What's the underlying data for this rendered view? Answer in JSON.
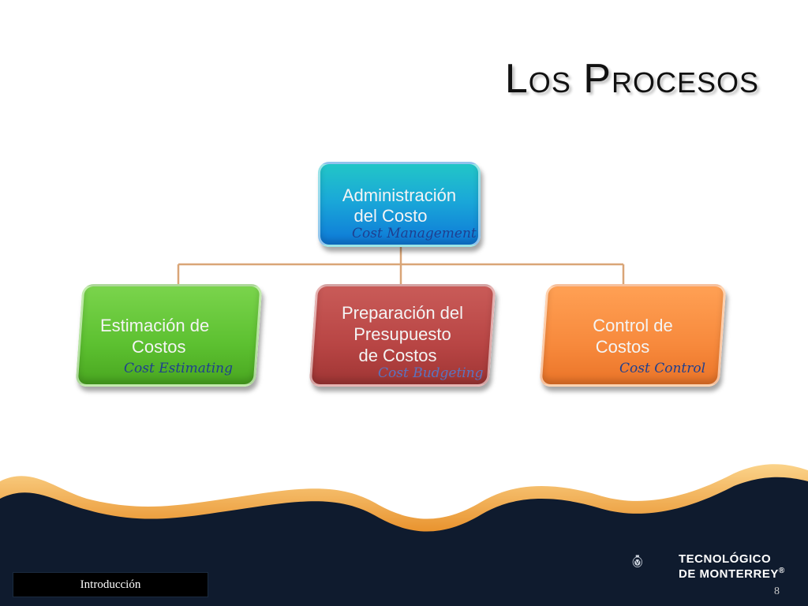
{
  "slide": {
    "title": "Los Procesos",
    "page_number": "8",
    "footer_label": "Introducción"
  },
  "diagram": {
    "root": {
      "label_line1": "Administración",
      "label_line2": "del Costo",
      "english": "Cost Management",
      "color": "#1aa8d8"
    },
    "children": [
      {
        "label_line1": "Estimación de",
        "label_line2": "Costos",
        "label_line3": "",
        "english": "Cost Estimating",
        "color": "#5cc030"
      },
      {
        "label_line1": "Preparación del",
        "label_line2": "Presupuesto",
        "label_line3": "de Costos",
        "english": "Cost Budgeting",
        "color": "#b84544"
      },
      {
        "label_line1": "Control de",
        "label_line2": "Costos",
        "label_line3": "",
        "english": "Cost Control",
        "color": "#f7893c"
      }
    ],
    "connector_color": "#d9a577"
  },
  "logo": {
    "line1": "TECNOLÓGICO",
    "line2": "DE MONTERREY",
    "mark": "®",
    "icon": "crest-icon"
  },
  "colors": {
    "wave_dark": "#0f1b2e",
    "wave_orange": "#e8902a"
  }
}
